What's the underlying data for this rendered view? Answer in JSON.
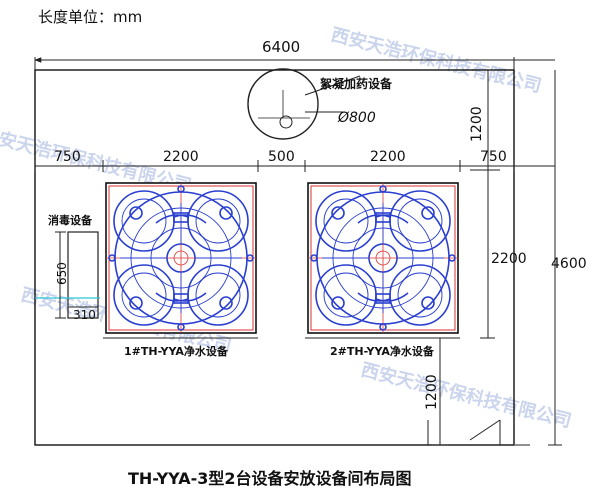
{
  "header": {
    "unit_note": "长度单位：mm"
  },
  "watermark": {
    "line1": "西安天浩环保科技有限公司",
    "line2": "西安天浩环保科技有限公司",
    "line3": "西安天浩环保科技有限公司",
    "line4": "西安天浩环保科技有限公司"
  },
  "dimensions": {
    "total_width": "6400",
    "left_margin": "750",
    "unit_width_1": "2200",
    "gap": "500",
    "unit_width_2": "2200",
    "right_margin": "750",
    "top_clearance": "1200",
    "unit_depth": "2200",
    "bottom_clearance": "1200",
    "total_depth": "4600",
    "disinfection_height": "650",
    "disinfection_width": "310"
  },
  "labels": {
    "flocculant": "絮凝加药设备",
    "diameter": "Ø800",
    "disinfection": "消毒设备",
    "unit_1": "1#TH-YYA净水设备",
    "unit_2": "2#TH-YYA净水设备"
  },
  "footer": {
    "title": "TH-YYA-3型2台设备安放设备间布局图"
  },
  "colors": {
    "equipment": "#2a3fd0",
    "outline_red": "#dd3333",
    "watermark": "#b9c6e6",
    "pipe_cyan": "#2fc6d8"
  }
}
